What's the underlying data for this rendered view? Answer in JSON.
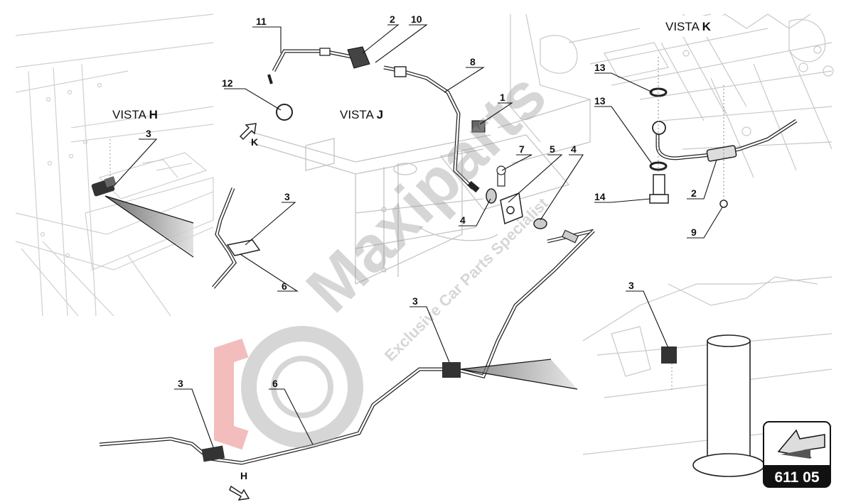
{
  "views": {
    "h": {
      "prefix": "VISTA ",
      "letter": "H"
    },
    "j": {
      "prefix": "VISTA ",
      "letter": "J"
    },
    "k": {
      "prefix": "VISTA ",
      "letter": "K"
    }
  },
  "view_arrows": {
    "k": "K",
    "h": "H"
  },
  "callouts": {
    "c1": "1",
    "c2a": "2",
    "c2b": "2",
    "c3a": "3",
    "c3b": "3",
    "c3c": "3",
    "c3d": "3",
    "c3e": "3",
    "c4a": "4",
    "c4b": "4",
    "c5": "5",
    "c6a": "6",
    "c6b": "6",
    "c7": "7",
    "c8": "8",
    "c9": "9",
    "c10": "10",
    "c11": "11",
    "c12": "12",
    "c13a": "13",
    "c13b": "13",
    "c14": "14"
  },
  "watermark": {
    "brand": "Maxiparts",
    "tagline": "Exclusive Car Parts Specialist",
    "brand_color": "#9a9a9a",
    "accent_color": "#e05a5a"
  },
  "page_badge": {
    "number": "611 05",
    "icon": "view-direction-arrow-icon"
  }
}
